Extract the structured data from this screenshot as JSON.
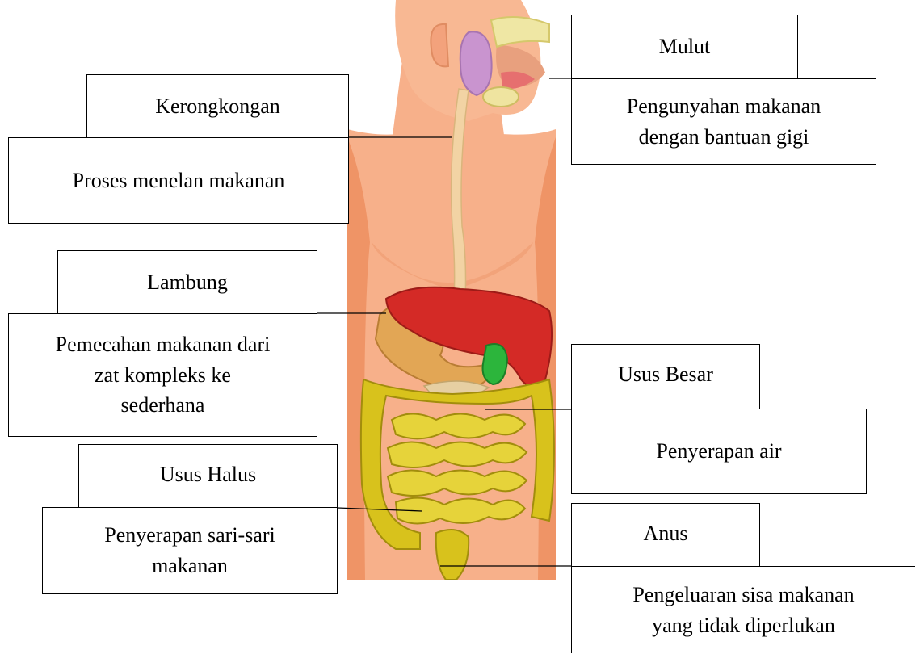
{
  "labels": {
    "mulut": {
      "name": "Mulut",
      "function": "Pengunyahan makanan\ndengan bantuan gigi"
    },
    "kerongkongan": {
      "name": "Kerongkongan",
      "function": "Proses menelan makanan"
    },
    "lambung": {
      "name": "Lambung",
      "function": "Pemecahan makanan dari\nzat kompleks ke\nsederhana"
    },
    "usus_besar": {
      "name": "Usus Besar",
      "function": "Penyerapan air"
    },
    "usus_halus": {
      "name": "Usus Halus",
      "function": "Penyerapan sari-sari\nmakanan"
    },
    "anus": {
      "name": "Anus",
      "function": "Pengeluaran sisa makanan\nyang tidak diperlukan"
    }
  },
  "colors": {
    "skin": "#f7b08a",
    "skin_shadow": "#ef9466",
    "liver": "#d42a26",
    "stomach": "#e2a655",
    "gallbladder": "#2cb53c",
    "intestine": "#d8c21c",
    "esophagus": "#f2d3a4",
    "salivary": "#c994cf"
  }
}
